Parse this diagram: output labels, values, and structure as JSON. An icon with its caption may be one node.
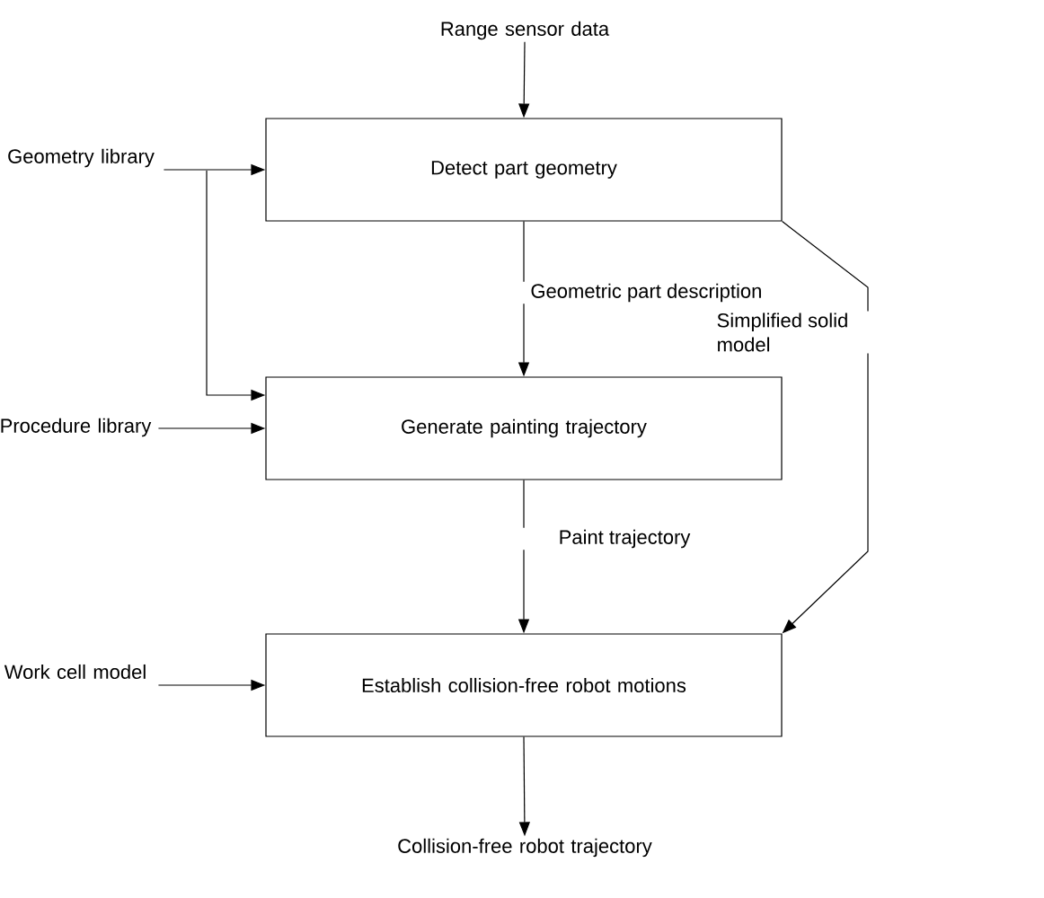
{
  "diagram": {
    "nodes": [
      {
        "text": [
          "Range sensor data"
        ]
      },
      {
        "text": [
          "Detect  part geometry"
        ]
      },
      {
        "text": [
          "Geometry library"
        ]
      },
      {
        "text": [
          "Procedure library"
        ]
      },
      {
        "text": [
          "Generate painting trajectory"
        ]
      },
      {
        "text": [
          "Work cell model"
        ]
      },
      {
        "text": [
          "Establish collision-free robot motions"
        ]
      },
      {
        "text": [
          "Collision-free robot trajectory"
        ]
      }
    ],
    "edges": [
      {
        "from": 0,
        "to": 1,
        "arrow": "to"
      },
      {
        "from": 2,
        "to": 1,
        "arrow": "to"
      },
      {
        "from": 2,
        "to": 4,
        "arrow": "to"
      },
      {
        "from": 3,
        "to": 4,
        "arrow": "to"
      },
      {
        "from": 1,
        "to": 4,
        "arrow": "to",
        "label": "Geometric part description"
      },
      {
        "from": 1,
        "to": 6,
        "arrow": "to",
        "label": "Simplified solid model"
      },
      {
        "from": 4,
        "to": 6,
        "arrow": "to",
        "label": "Paint trajectory"
      },
      {
        "from": 5,
        "to": 6,
        "arrow": "to"
      },
      {
        "from": 6,
        "to": 7,
        "arrow": "to"
      }
    ]
  }
}
